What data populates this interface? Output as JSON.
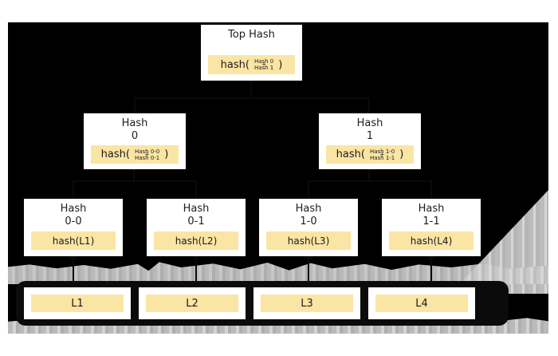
{
  "diagram": {
    "type": "merkle-hash-tree",
    "colors": {
      "background": "#000000",
      "node_fill": "#ffffff",
      "chip_fill": "#fbe5a4",
      "text": "#1a1a1a",
      "texture": "#c9c9c9"
    },
    "levels": [
      {
        "level": 0,
        "name": "root",
        "nodes": [
          {
            "id": "top-hash",
            "title": "Top Hash",
            "chip": {
              "fn": "hash(",
              "operand_a": "Hash 0",
              "operator": "+",
              "operand_b": "Hash 1",
              "close": ")"
            }
          }
        ]
      },
      {
        "level": 1,
        "name": "internal",
        "nodes": [
          {
            "id": "hash-0",
            "title": "Hash\n0",
            "chip": {
              "fn": "hash(",
              "operand_a": "Hash 0-0",
              "operator": "+",
              "operand_b": "Hash 0-1",
              "close": ")"
            }
          },
          {
            "id": "hash-1",
            "title": "Hash\n1",
            "chip": {
              "fn": "hash(",
              "operand_a": "Hash 1-0",
              "operator": "+",
              "operand_b": "Hash 1-1",
              "close": ")"
            }
          }
        ]
      },
      {
        "level": 2,
        "name": "leaf-hashes",
        "nodes": [
          {
            "id": "hash-0-0",
            "title": "Hash\n0-0",
            "chip_label": "hash(L1)"
          },
          {
            "id": "hash-0-1",
            "title": "Hash\n0-1",
            "chip_label": "hash(L2)"
          },
          {
            "id": "hash-1-0",
            "title": "Hash\n1-0",
            "chip_label": "hash(L3)"
          },
          {
            "id": "hash-1-1",
            "title": "Hash\n1-1",
            "chip_label": "hash(L4)"
          }
        ]
      },
      {
        "level": 3,
        "name": "data-blocks",
        "nodes": [
          {
            "id": "l1",
            "label": "L1"
          },
          {
            "id": "l2",
            "label": "L2"
          },
          {
            "id": "l3",
            "label": "L3"
          },
          {
            "id": "l4",
            "label": "L4"
          }
        ]
      }
    ]
  }
}
